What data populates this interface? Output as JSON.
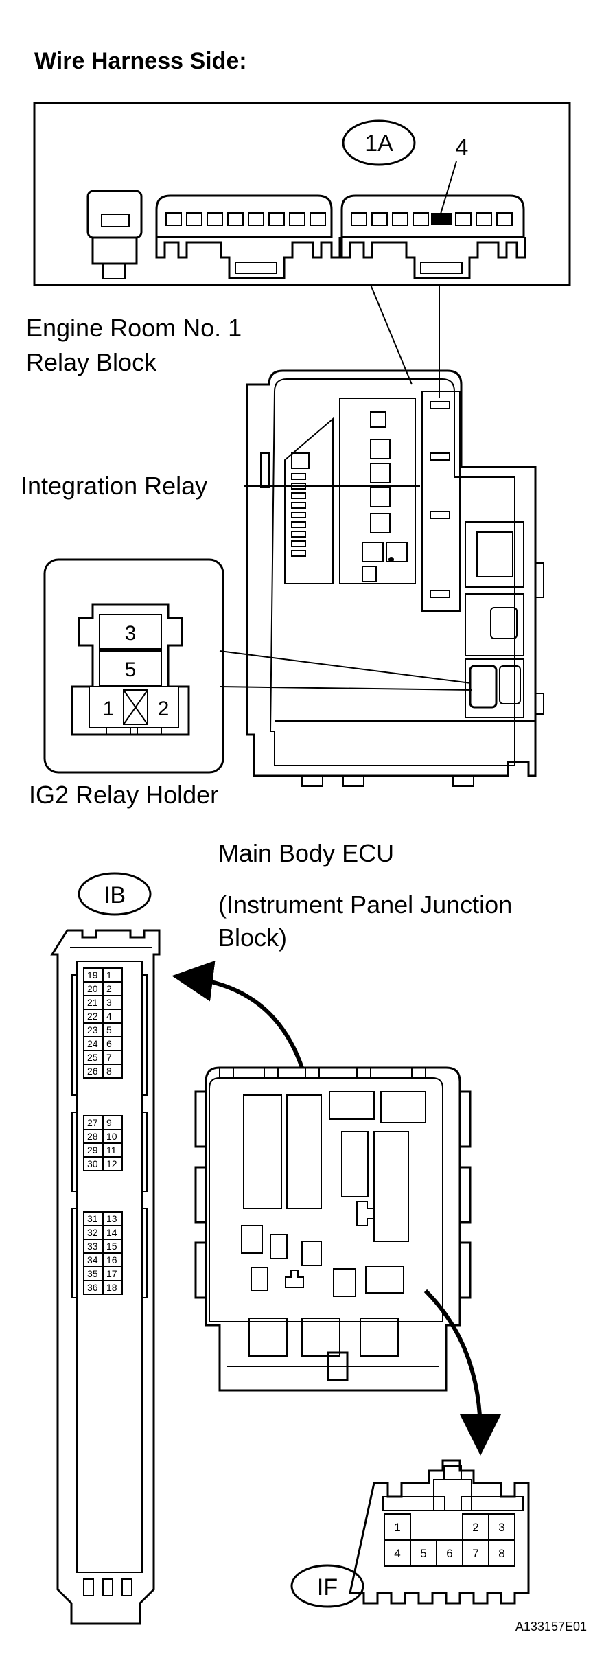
{
  "title": "Wire Harness Side:",
  "relay_block": {
    "connector_code": "1A",
    "pin_marker": "4",
    "label_line1": "Engine Room No. 1",
    "label_line2": "Relay Block",
    "integration_label": "Integration Relay"
  },
  "ig2_holder": {
    "label": "IG2 Relay Holder",
    "pins": [
      "3",
      "5",
      "1",
      "2"
    ]
  },
  "main_body_ecu": {
    "label_line1": "Main Body ECU",
    "label_line2": "(Instrument Panel Junction",
    "label_line3": "Block)"
  },
  "connector_ib": {
    "code": "IB",
    "left_pins": [
      "19",
      "20",
      "21",
      "22",
      "23",
      "24",
      "25",
      "26",
      "27",
      "28",
      "29",
      "30",
      "31",
      "32",
      "33",
      "34",
      "35",
      "36"
    ],
    "right_pins": [
      "1",
      "2",
      "3",
      "4",
      "5",
      "6",
      "7",
      "8",
      "9",
      "10",
      "11",
      "12",
      "13",
      "14",
      "15",
      "16",
      "17",
      "18"
    ]
  },
  "connector_if": {
    "code": "IF",
    "top_pins": [
      "1",
      "2",
      "3"
    ],
    "bottom_pins": [
      "4",
      "5",
      "6",
      "7",
      "8"
    ]
  },
  "figure_code": "A133157E01"
}
